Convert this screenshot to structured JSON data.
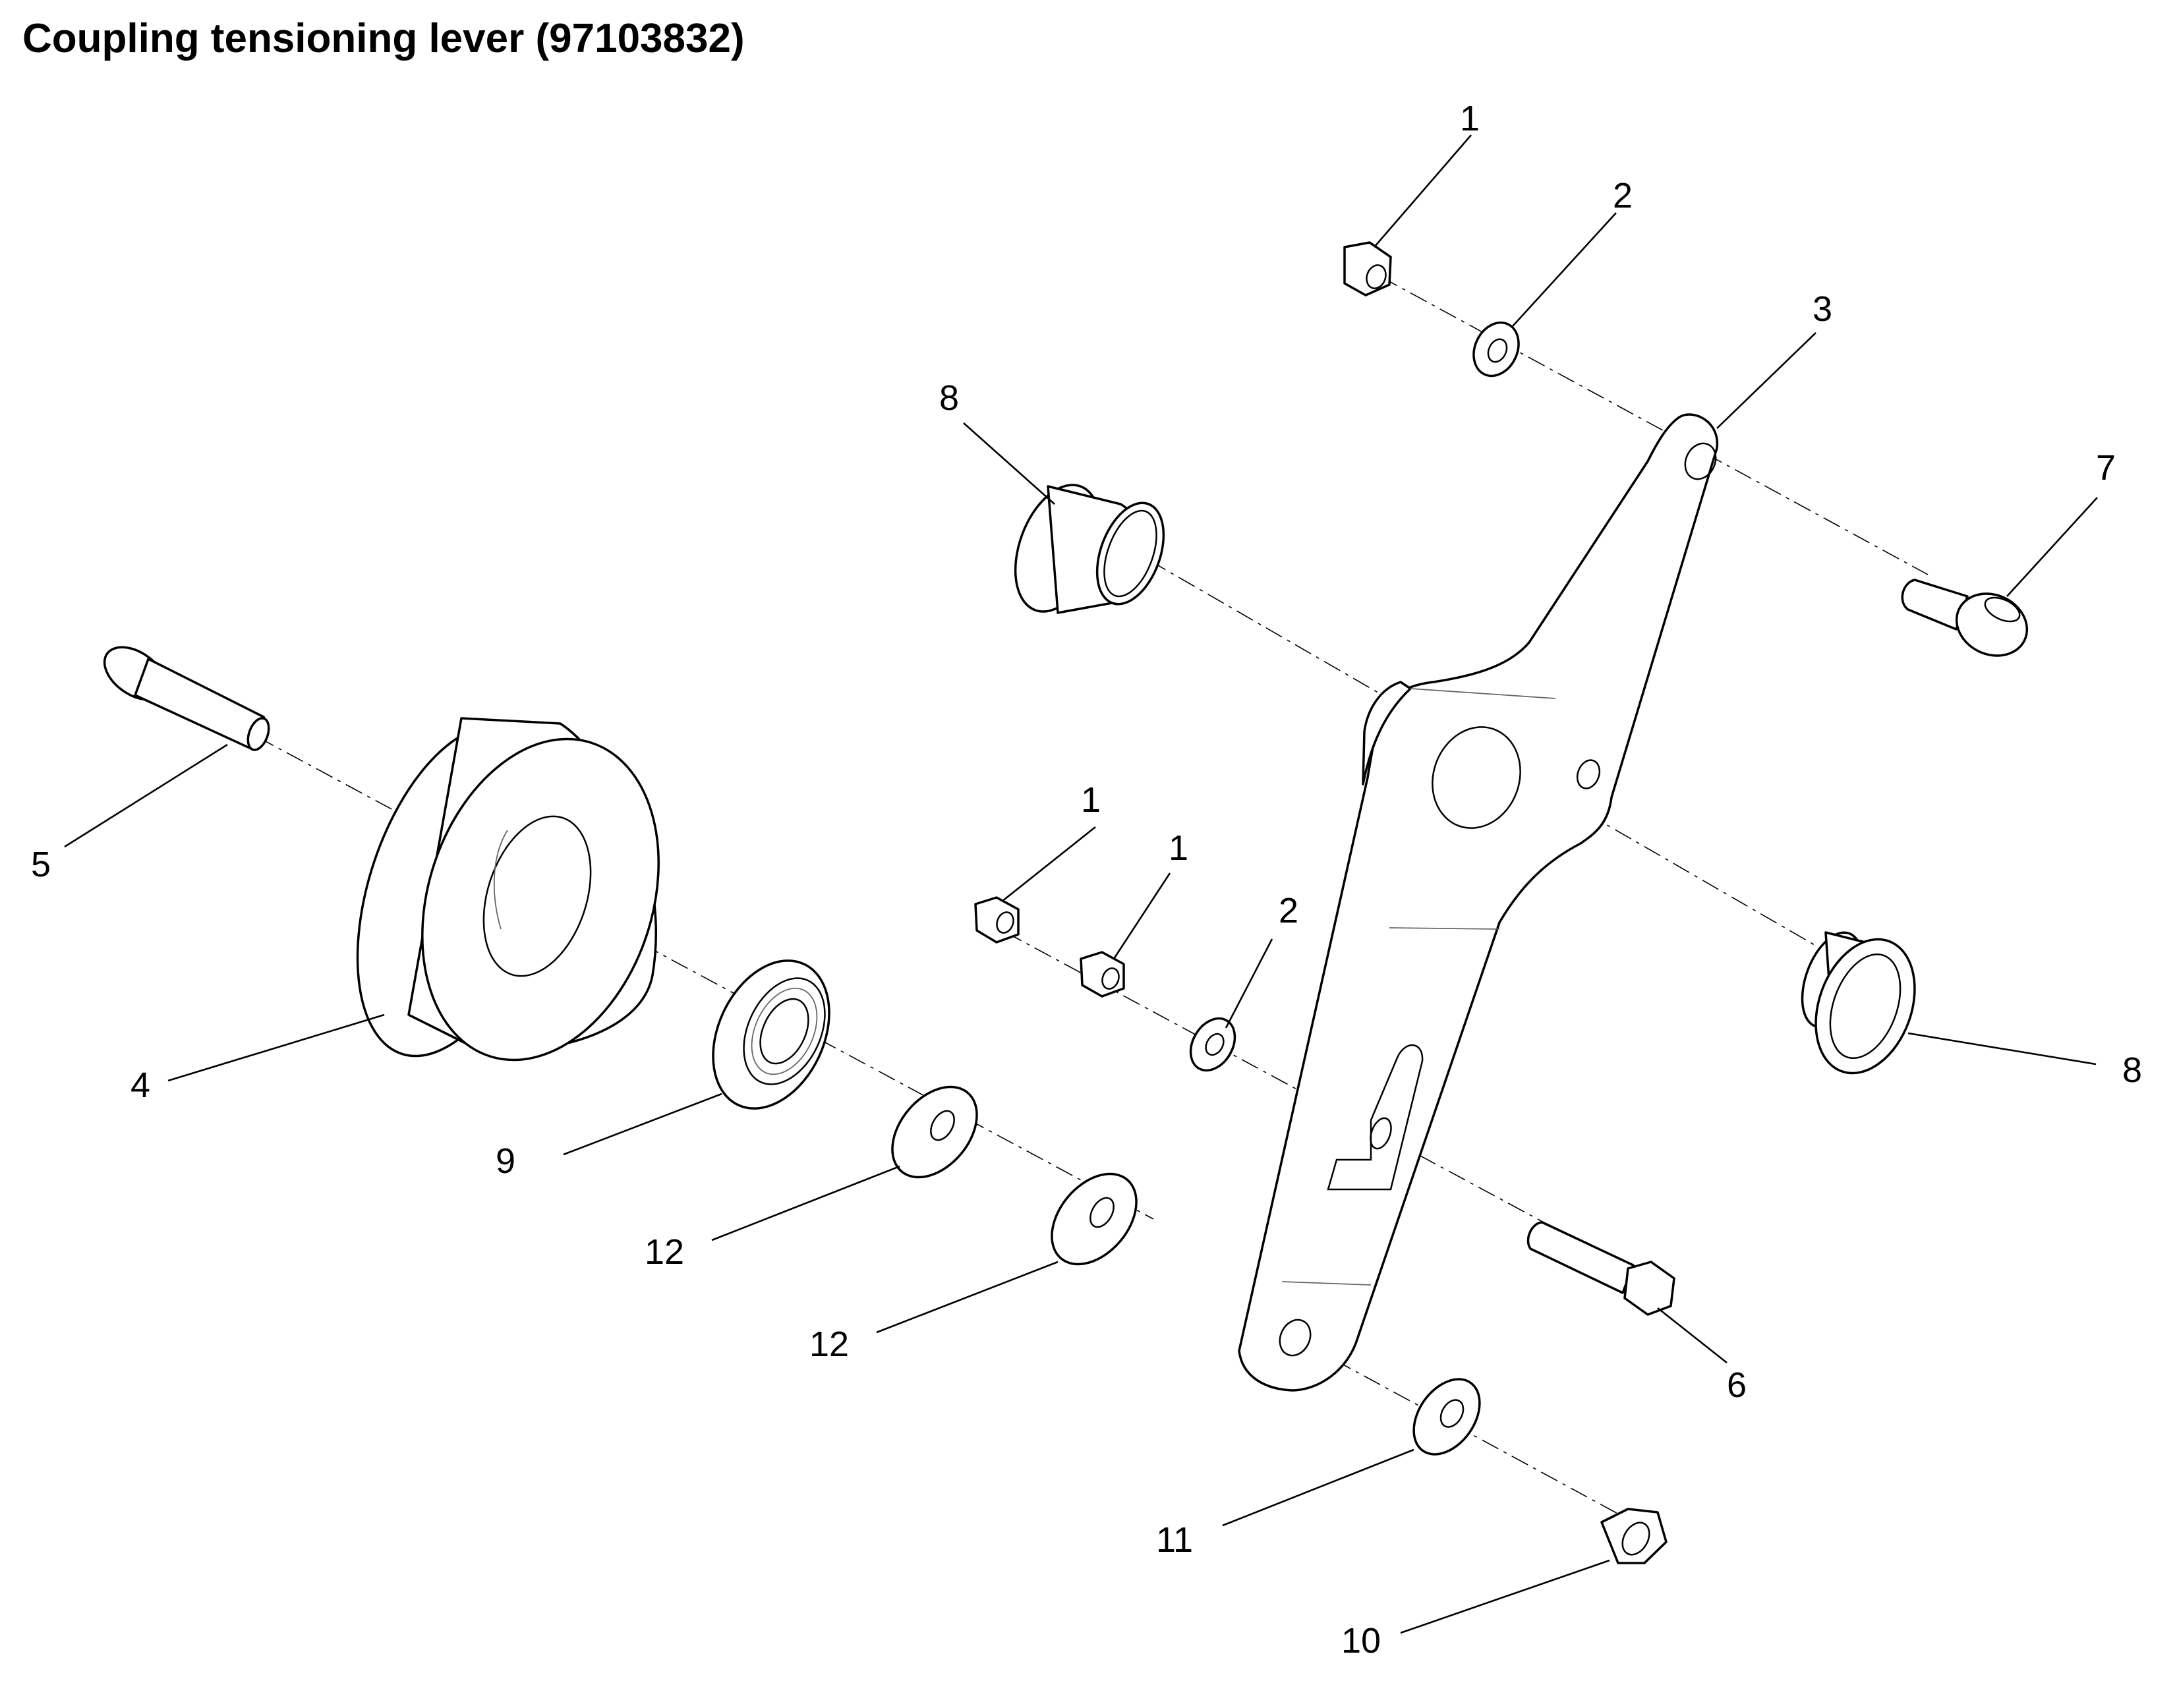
{
  "title": "Coupling tensioning lever (97103832)",
  "callouts": [
    {
      "id": "c1a",
      "label": "1"
    },
    {
      "id": "c2a",
      "label": "2"
    },
    {
      "id": "c3",
      "label": "3"
    },
    {
      "id": "c8a",
      "label": "8"
    },
    {
      "id": "c7",
      "label": "7"
    },
    {
      "id": "c5",
      "label": "5"
    },
    {
      "id": "c4",
      "label": "4"
    },
    {
      "id": "c1b",
      "label": "1"
    },
    {
      "id": "c1c",
      "label": "1"
    },
    {
      "id": "c2b",
      "label": "2"
    },
    {
      "id": "c8b",
      "label": "8"
    },
    {
      "id": "c9",
      "label": "9"
    },
    {
      "id": "c12a",
      "label": "12"
    },
    {
      "id": "c12b",
      "label": "12"
    },
    {
      "id": "c6",
      "label": "6"
    },
    {
      "id": "c11",
      "label": "11"
    },
    {
      "id": "c10",
      "label": "10"
    }
  ]
}
